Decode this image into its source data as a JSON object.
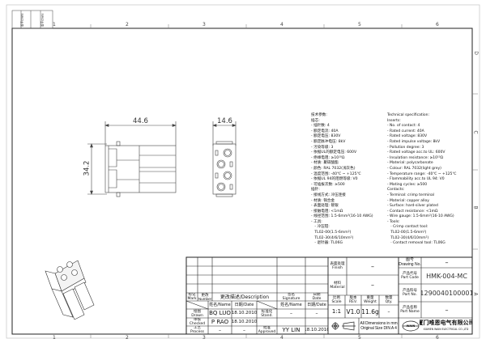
{
  "frame": {
    "zones_top": [
      "1",
      "2",
      "3",
      "4",
      "5",
      "6"
    ],
    "zones_bottom": [
      "1",
      "2",
      "3",
      "4",
      "5",
      "6"
    ],
    "zones_right": [
      "D",
      "C",
      "B",
      "A"
    ],
    "corner_stamp": [
      "签字/Date",
      "签字/Date"
    ]
  },
  "drawing": {
    "dim_length": "44.6",
    "dim_height": "34.2",
    "dim_width": "14.6"
  },
  "spec_cn": [
    "技术参数:",
    "插芯:",
    "- 插针数: 4",
    "- 额定电流: 40A",
    "- 额定电压: 830V",
    "- 额定脉冲电压: 8kV",
    "- 污染等级: 3",
    "- 依据UL的额定电压: 600V",
    "- 绝缘电阻: ≥10¹⁰Ω",
    "- 材质: 聚碳酸酯",
    "- 颜色: RAL 7032(浅灰色)",
    "- 温度范围: -40℃ ~ +125℃",
    "- 依据UL 94的阻燃等级: V0",
    "- 可插拔次数: ≥500",
    "插针:",
    "- 接线方式: 冷压连接",
    "- 材质: 铜合金",
    "- 表面处理: 镀银",
    "- 接触电阻: <1mΩ",
    "- 线径范围: 1.5-6mm²(16-10 AWG)",
    "- 工具:",
    "   - 冷压钳:",
    "   TL02-00(1.5-6mm²)",
    "   TL02-30(4/6/10mm²)",
    "   - 退针器: TL06G"
  ],
  "spec_en": [
    "Technical specification:",
    "Inserts:",
    "- No. of contact: 4",
    "- Rated current: 40A",
    "- Rated voltage: 830V",
    "- Rated impulse voltage: 8kV",
    "- Pollution degree: 3",
    "- Rated voltage acc.to UL: 600V",
    "- Insulation resistance: ≥10¹⁰Ω",
    "- Material: polycarbonate",
    "- Colour: RAL 7032(light grey)",
    "- Temperature range: -40℃ ~ +125℃",
    "- Flammability acc.to UL 94: V0",
    "- Mating cycles: ≥500",
    "Contacts:",
    "- Terminal: crimp terminal",
    "- Material: copper alloy",
    "- Surface: hard-silver plated",
    "- Contact resistance: <1mΩ",
    "- Wire gauge: 1.5-6mm²(16-10 AWG)",
    "- Tools:",
    "   · Crimp contact tool:",
    "   TL02-00(1.5-6mm²)",
    "   TL02-30(4/6/10mm²)",
    "   · Contact removal tool: TL06G"
  ],
  "revision": {
    "mark_cn": "标记",
    "mark": "Mark",
    "number_cn": "更改",
    "number": "Number",
    "description": "更改描述/Description",
    "signature_cn": "签名",
    "signature": "Signature",
    "date_cn": "日期",
    "date": "Date",
    "name_hdr": "姓名/Name",
    "date_hdr": "日期/Date",
    "name_hdr2": "姓名/Name",
    "date_hdr2": "日期/Date",
    "drawn_cn": "绘图",
    "drawn": "Drawn",
    "drawn_name": "BQ LUO",
    "drawn_date": "18.10.2010",
    "stand_cn": "标准化",
    "stand": "Stand.",
    "stand_name": "–",
    "stand_date": "–",
    "checked_cn": "审核",
    "checked": "Checked",
    "checked_name": "P RAO",
    "checked_date": "18.10.2010",
    "process_cn": "工艺",
    "process": "Process",
    "process_name": "–",
    "process_date": "–",
    "approved_cn": "批准",
    "approved": "Approved",
    "approved_name": "YY LIN",
    "approved_date": "18.10.2010"
  },
  "title_block": {
    "finish_cn": "表面处理",
    "finish": "Finish",
    "finish_value": "–",
    "material_cn": "材料",
    "material": "Material",
    "material_value": "–",
    "scale_cn": "比例",
    "scale": "Scale",
    "scale_value": "1:1",
    "rev_cn": "版本",
    "rev": "REV.",
    "rev_value": "V1.0",
    "weight_cn": "重量",
    "weight": "Weight",
    "weight_value": "11.6g",
    "qty_cn": "数量",
    "qty": "Qty.",
    "qty_value": "–",
    "dims_note_1": "All Dimensions in mm",
    "dims_note_2": "Original Size DIN A 4",
    "drawing_no_cn": "图号",
    "drawing_no": "Drawing No.",
    "drawing_no_value": "–",
    "part_code_cn": "产品代号",
    "part_code": "Part Code",
    "part_code_value": "HMK-004-MC",
    "part_no_cn": "产品料号",
    "part_no": "Part No.",
    "part_no_value": "1290040100001",
    "part_name_cn": "产品名称",
    "part_name": "Part Name",
    "part_name_value": "–",
    "company_cn": "厦门唯恩电气有限公司",
    "company_en": "XIAMEN WAIN ELECTRICAL CO.,LTD",
    "logo_text": "WAIN"
  }
}
